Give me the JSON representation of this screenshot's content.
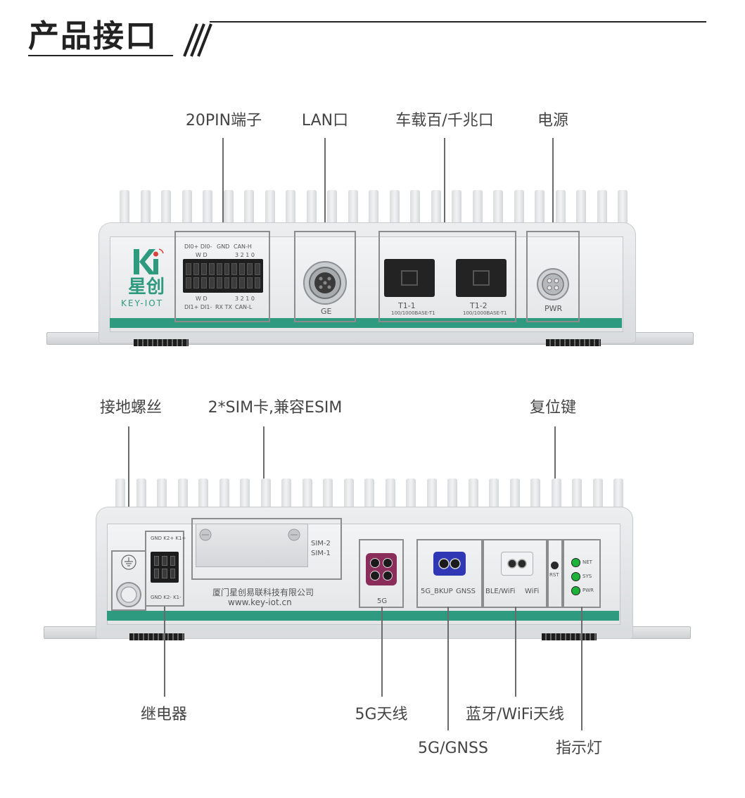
{
  "page": {
    "title": "产品接口"
  },
  "front": {
    "callouts": {
      "terminal": "20PIN端子",
      "lan": "LAN口",
      "t1": "车载百/千兆口",
      "power": "电源"
    },
    "brand": {
      "name": "星创",
      "sub": "KEY-IOT"
    },
    "pin_labels": {
      "top_left": "DI0+ DI0-",
      "top_wd": "W  D",
      "top_gnd": "GND",
      "top_can": "CAN-H",
      "top_nums": "3 2 1 0",
      "bot_wd": "W  D",
      "bot_nums": "3 2 1 0",
      "bot_left": "DI1+ DI1-",
      "bot_rxtx": "RX TX",
      "bot_can": "CAN-L"
    },
    "ge_label": "GE",
    "t1_1": {
      "name": "T1-1",
      "spec": "100/1000BASE-T1"
    },
    "t1_2": {
      "name": "T1-2",
      "spec": "100/1000BASE-T1"
    },
    "pwr_label": "PWR"
  },
  "back": {
    "callouts": {
      "ground": "接地螺丝",
      "sim": "2*SIM卡,兼容ESIM",
      "reset": "复位键",
      "relay": "继电器",
      "ant5g": "5G天线",
      "gnss": "5G/GNSS",
      "bt_wifi": "蓝牙/WiFi天线",
      "indicator": "指示灯"
    },
    "relay_labels": {
      "top": "GND K2+ K1+",
      "bottom": "GND K2- K1-"
    },
    "sim_labels": [
      "SIM-2",
      "SIM-1"
    ],
    "company": "厦门星创易联科技有限公司",
    "website": "www.key-iot.cn",
    "ports": {
      "p5g": "5G",
      "bkup": "5G_BKUP",
      "gnss": "GNSS",
      "ble": "BLE/WiFi",
      "wifi": "WiFi",
      "rst": "RST"
    },
    "leds": [
      "NET",
      "SYS",
      "PWR"
    ]
  },
  "colors": {
    "accent_stripe": "#2e9a7f",
    "fakra_5g": "#8b2d5a",
    "fakra_gnss": "#2f37b5",
    "led_green": "#1db33a"
  }
}
